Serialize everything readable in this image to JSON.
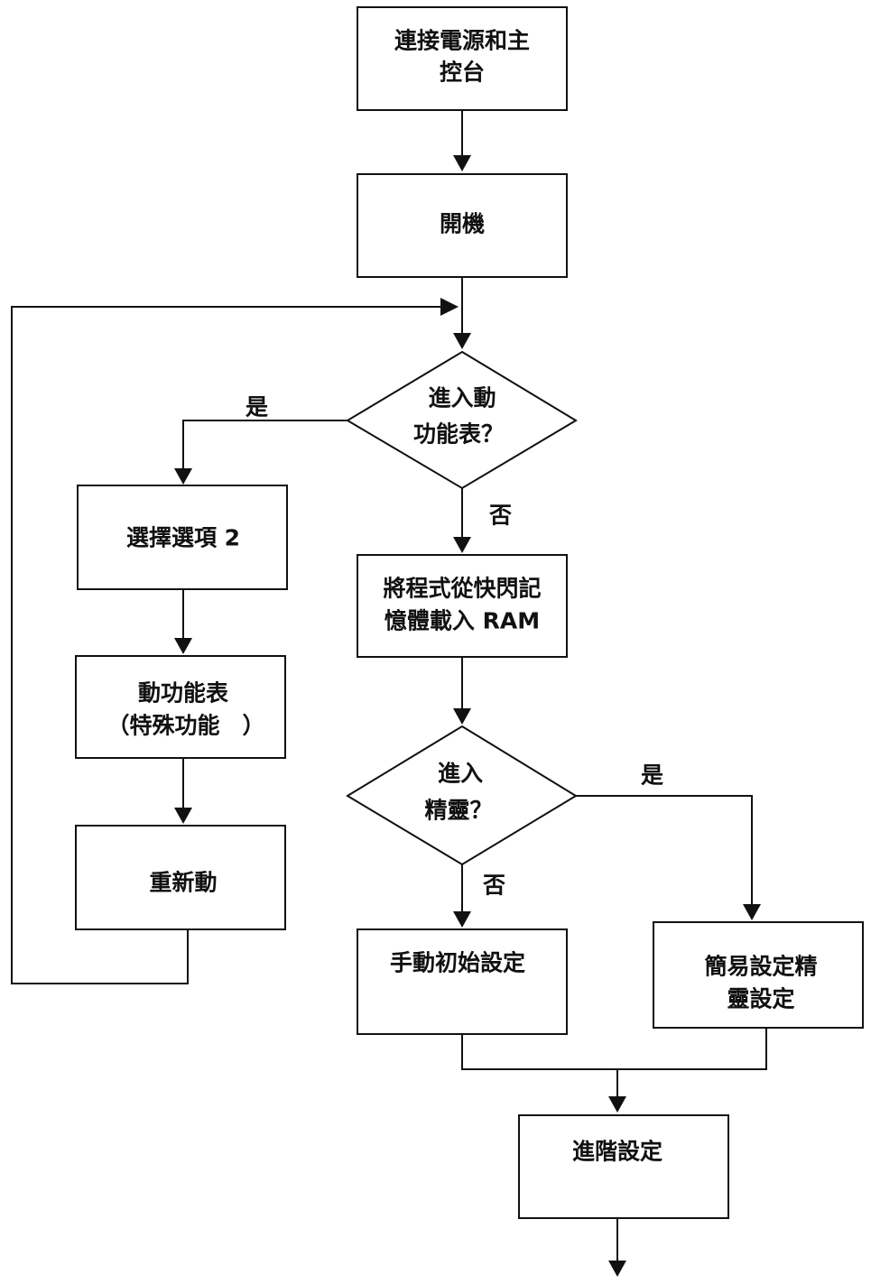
{
  "nodes": {
    "connect_power": {
      "lines": [
        "連接電源和主",
        "控台"
      ]
    },
    "power_on": {
      "lines": [
        "開機"
      ]
    },
    "enter_menu_q": {
      "lines": [
        "進入動",
        "功能表？"
      ]
    },
    "select_option": {
      "lines": [
        "選擇選項 2"
      ]
    },
    "special_menu": {
      "lines": [
        "動功能表",
        "（特殊功能　）"
      ]
    },
    "restart": {
      "lines": [
        "重新動"
      ]
    },
    "load_program": {
      "lines": [
        "將程式從快閃記",
        "憶體載入 RAM"
      ]
    },
    "enter_wizard_q": {
      "lines": [
        "進入",
        "精靈？"
      ]
    },
    "manual_setup": {
      "lines": [
        "手動初始設定"
      ]
    },
    "easy_wizard": {
      "lines": [
        "簡易設定精",
        "靈設定"
      ]
    },
    "advanced_setup": {
      "lines": [
        "進階設定"
      ]
    }
  },
  "edge_labels": {
    "menu_yes": "是",
    "menu_no": "否",
    "wizard_yes": "是",
    "wizard_no": "否"
  }
}
